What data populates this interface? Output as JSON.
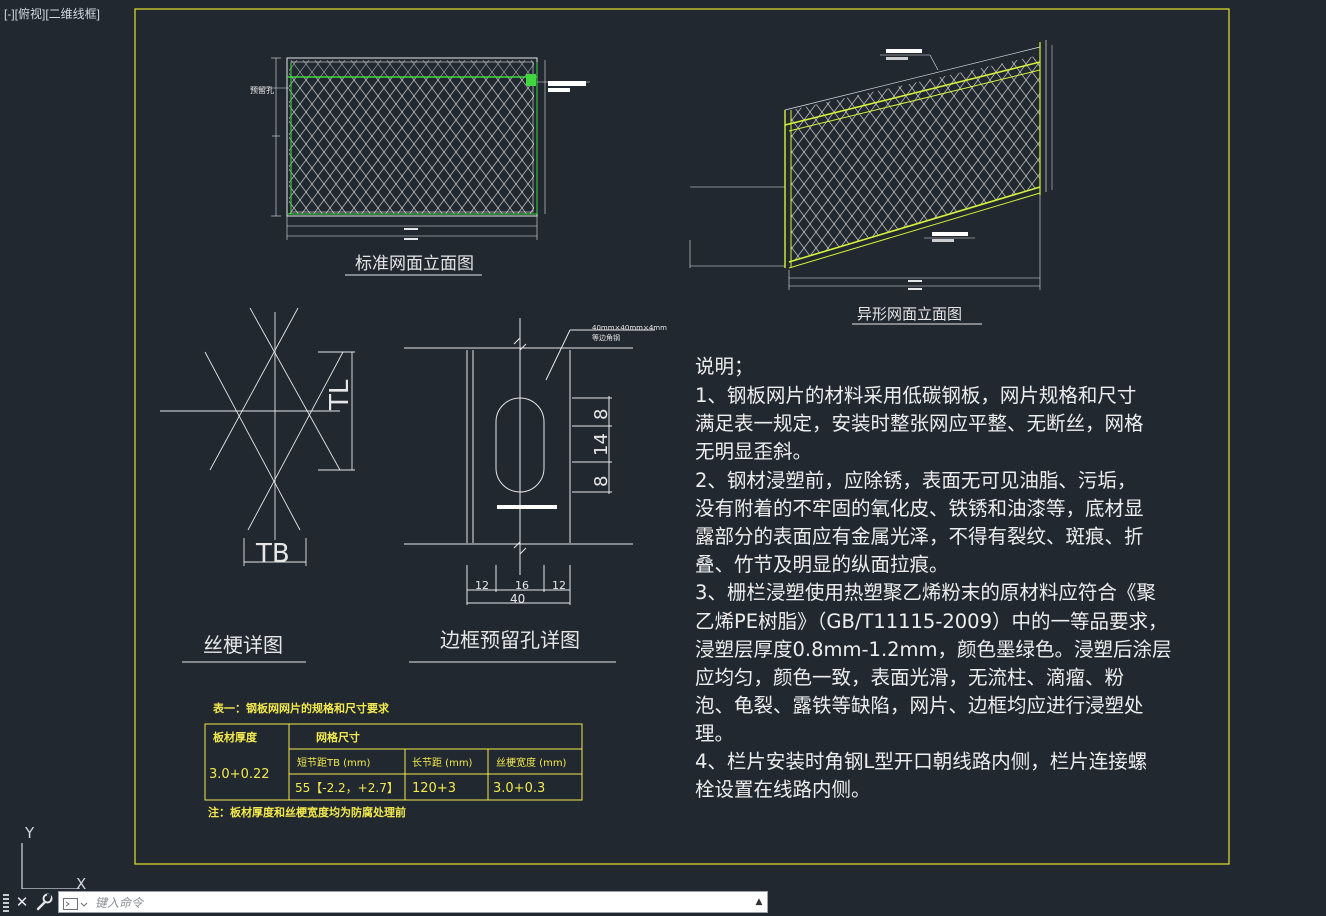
{
  "viewport": {
    "label": "[-][俯视][二维线框]"
  },
  "colors": {
    "background": "#212830",
    "frame": "#e3e32b",
    "line": "#e6e6e6",
    "mesh": "#c8c8c8",
    "highlight": "#3fd63f",
    "table_text": "#f2e94e"
  },
  "drawings": {
    "standard_title": "标准网面立面图",
    "standard_note_label": "预留孔",
    "special_title": "异形网面立面图",
    "wire_title": "丝梗详图",
    "wire_tl": "TL",
    "wire_tb": "TB",
    "frame_title": "边框预留孔详图",
    "frame_note_line1": "40mm×40mm×4mm",
    "frame_note_line2": "等边角钢",
    "frame_dims": {
      "d1": "8",
      "d2": "14",
      "d3": "8",
      "w1": "12",
      "w2": "16",
      "w3": "12",
      "total": "40"
    }
  },
  "table": {
    "title": "表一：钢板网网片的规格和尺寸要求",
    "col_thickness": "板材厚度",
    "col_mesh": "网格尺寸",
    "col_tb": "短节距TB (mm)",
    "col_tl": "长节距 (mm)",
    "col_wire": "丝梗宽度 (mm)",
    "val_thickness": "3.0+0.22",
    "val_tb": "55【-2.2，+2.7】",
    "val_tl": "120+3",
    "val_wire": "3.0+0.3",
    "note": "注：板材厚度和丝梗宽度均为防腐处理前"
  },
  "notes": {
    "lines": [
      "说明；",
      "1、钢板网片的材料采用低碳钢板，网片规格和尺寸",
      "满足表一规定，安装时整张网应平整、无断丝，网格",
      "无明显歪斜。",
      "2、钢材浸塑前，应除锈，表面无可见油脂、污垢，",
      "没有附着的不牢固的氧化皮、铁锈和油漆等，底材显",
      "露部分的表面应有金属光泽，不得有裂纹、斑痕、折",
      "叠、竹节及明显的纵面拉痕。",
      "3、栅栏浸塑使用热塑聚乙烯粉末的原材料应符合《聚",
      "乙烯PE树脂》（GB/T11115-2009）中的一等品要求，",
      "浸塑层厚度0.8mm-1.2mm，颜色墨绿色。浸塑后涂层",
      "应均匀，颜色一致，表面光滑，无流柱、滴瘤、粉",
      "泡、龟裂、露铁等缺陷，网片、边框均应进行浸塑处",
      "理。",
      "4、栏片安装时角钢L型开口朝线路内侧，栏片连接螺",
      "栓设置在线路内侧。"
    ]
  },
  "ucs": {
    "y_label": "Y",
    "x_label": "X"
  },
  "command": {
    "placeholder": "键入命令",
    "scroll_glyph": "▲"
  }
}
